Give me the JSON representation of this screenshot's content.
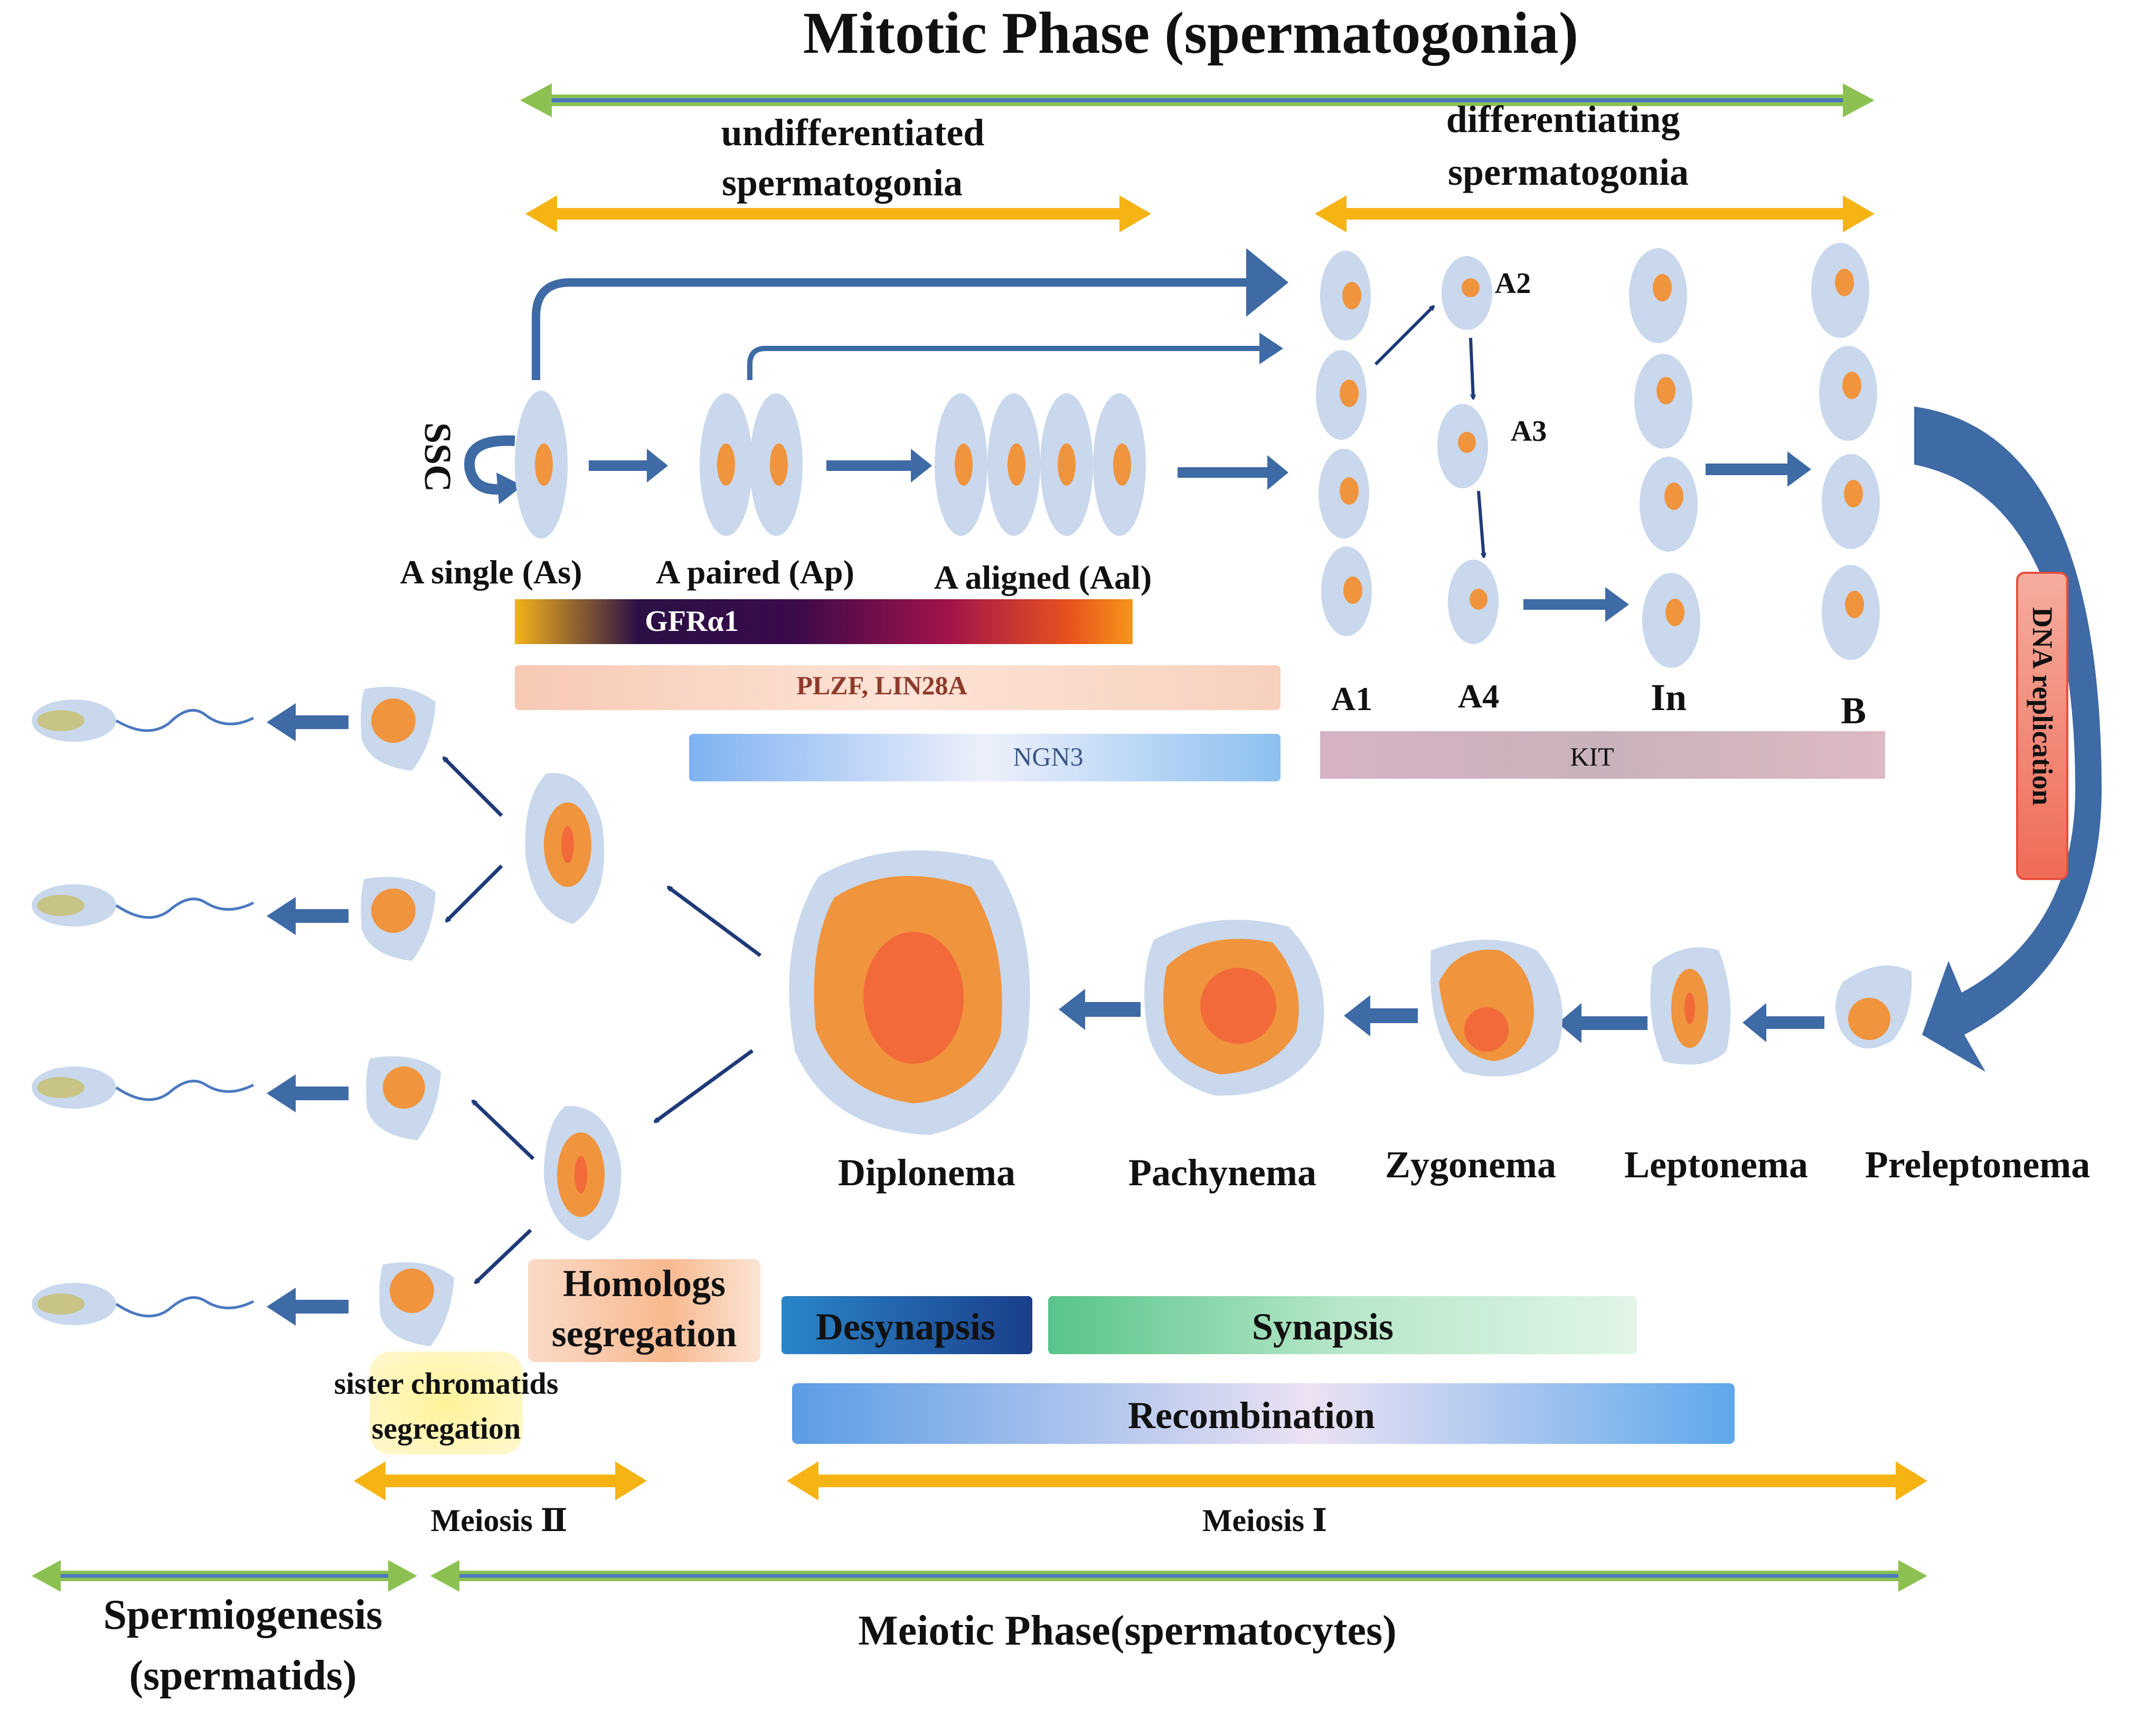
{
  "title": "Mitotic Phase (spermatogonia)",
  "undiff_label": [
    "undifferentiated",
    "spermatogonia"
  ],
  "diff_label": [
    "differentiating",
    "spermatogonia"
  ],
  "ssc_label": "SSC",
  "stem_labels": {
    "as": "A single  (As)",
    "ap": "A paired  (Ap)",
    "aal": "A aligned  (Aal)"
  },
  "diff_labels": {
    "a1": "A1",
    "a2": "A2",
    "a3": "A3",
    "a4": "A4",
    "in": "In",
    "b": "B"
  },
  "markers": {
    "gfra1": "GFRα1",
    "plzf": "PLZF,  LIN28A",
    "ngn3": "NGN3",
    "kit": "KIT"
  },
  "dna_replication": "DNA replication",
  "stages": {
    "diplonema": "Diplonema",
    "pachynema": "Pachynema",
    "zygonema": "Zygonema",
    "leptonema": "Leptonema",
    "preleptonema": "Preleptonema"
  },
  "processes": {
    "homologs": [
      "Homologs",
      "segregation"
    ],
    "sister": [
      "sister chromatids",
      "segregation"
    ],
    "desynapsis": "Desynapsis",
    "synapsis": "Synapsis",
    "recombination": "Recombination"
  },
  "meiosis2": "Meiosis Ⅱ",
  "meiosis1": "Meiosis Ⅰ",
  "spermiogenesis": [
    "Spermiogenesis",
    "(spermatids)"
  ],
  "meiotic_phase": "Meiotic  Phase(spermatocytes)",
  "colors": {
    "cell": "#c9d8ec",
    "nucleus": "#f0943d",
    "nucleolus": "#f26a3a",
    "arrow_blue": "#3e6aa5",
    "dark_arrow": "#1f3a78",
    "gold": "#f5b414",
    "green": "#8cc152",
    "phase_blue": "#4a78c0"
  }
}
